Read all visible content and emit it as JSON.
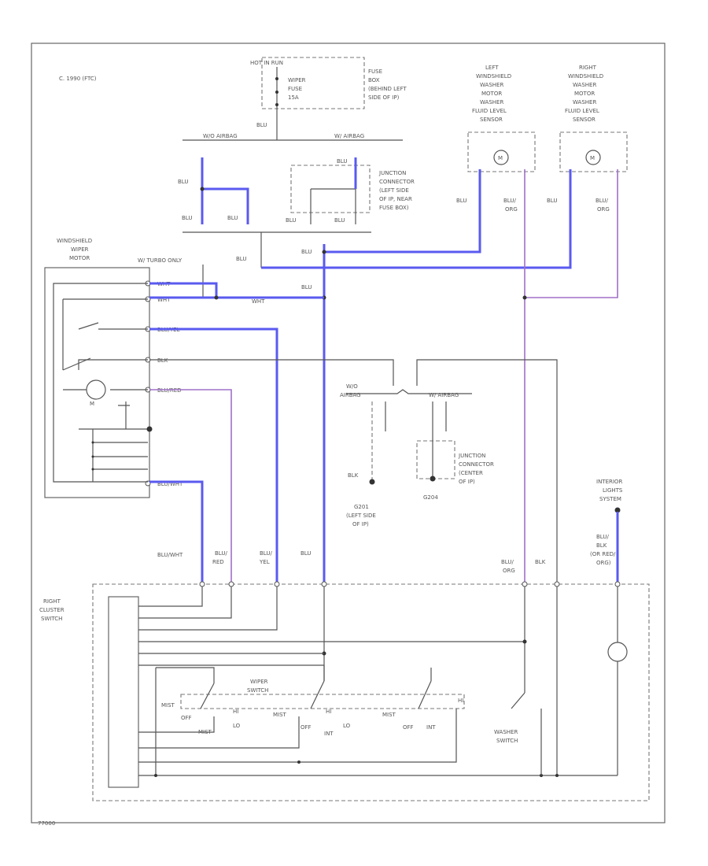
{
  "diagram": {
    "model_note": "C. 1990 (FTC)",
    "hot_in_run": "HOT IN RUN",
    "wiper_fuse": [
      "WIPER",
      "FUSE",
      "15A"
    ],
    "fuse_box": [
      "FUSE",
      "BOX",
      "(BEHIND LEFT",
      "SIDE OF IP)"
    ],
    "left_washer": [
      "LEFT",
      "WINDSHIELD",
      "WASHER",
      "MOTOR",
      "WASHER",
      "FLUID LEVEL",
      "SENSOR"
    ],
    "right_washer": [
      "RIGHT",
      "WINDSHIELD",
      "WASHER",
      "MOTOR",
      "WASHER",
      "FLUID LEVEL",
      "SENSOR"
    ],
    "junction_1": [
      "JUNCTION",
      "CONNECTOR",
      "(LEFT SIDE",
      "OF IP, NEAR",
      "FUSE BOX)"
    ],
    "junction_2": [
      "JUNCTION",
      "CONNECTOR",
      "(CENTER",
      "OF IP)"
    ],
    "wiper_motor": [
      "WINDSHIELD",
      "WIPER",
      "MOTOR"
    ],
    "turbo_only": "W/ TURBO ONLY",
    "airbag_w_o": "W/O AIRBAG",
    "airbag_w": "W/ AIRBAG",
    "airbag_w_o_2": [
      "W/O",
      "AIRBAG"
    ],
    "airbag_w_2": "W/ AIRBAG",
    "right_cluster": [
      "RIGHT",
      "CLUSTER",
      "SWITCH"
    ],
    "wiper_switch": [
      "WIPER",
      "SWITCH"
    ],
    "washer_switch": [
      "WASHER",
      "SWITCH"
    ],
    "ext_lights": [
      "INTERIOR",
      "LIGHTS",
      "SYSTEM"
    ],
    "ground_left": [
      "G201",
      "(LEFT SIDE",
      "OF IP)"
    ],
    "ground_center": "G204",
    "wire_blu": "BLU",
    "wire_blk": "BLK",
    "wire_blu_org": [
      "BLU/",
      "ORG"
    ],
    "wire_blu_red": [
      "BLU/",
      "RED"
    ],
    "wire_blu_yel": [
      "BLU/",
      "YEL"
    ],
    "wire_blu_wht": "BLU/WHT",
    "wire_blu_whtlbl": "BLU/WHT",
    "wire_blu_yel_pin": "BLU/YEL",
    "wire_blu_red_pin": "BLU/RED",
    "wire_blk_pin": "BLK",
    "wire_wht": "WHT",
    "wire_wht_blk": "WHT",
    "wire_ext": [
      "BLU/",
      "BLK",
      "(OR RED/",
      "ORG)"
    ],
    "pos_mist": "MIST",
    "pos_off": "OFF",
    "pos_hi": "HI",
    "pos_lo": "LO",
    "pos_int": "INT",
    "footer_code": "77000",
    "colors": {
      "blue_wire": "#5a5af0",
      "violet_wire": "#a070c8",
      "line": "#555555"
    }
  }
}
